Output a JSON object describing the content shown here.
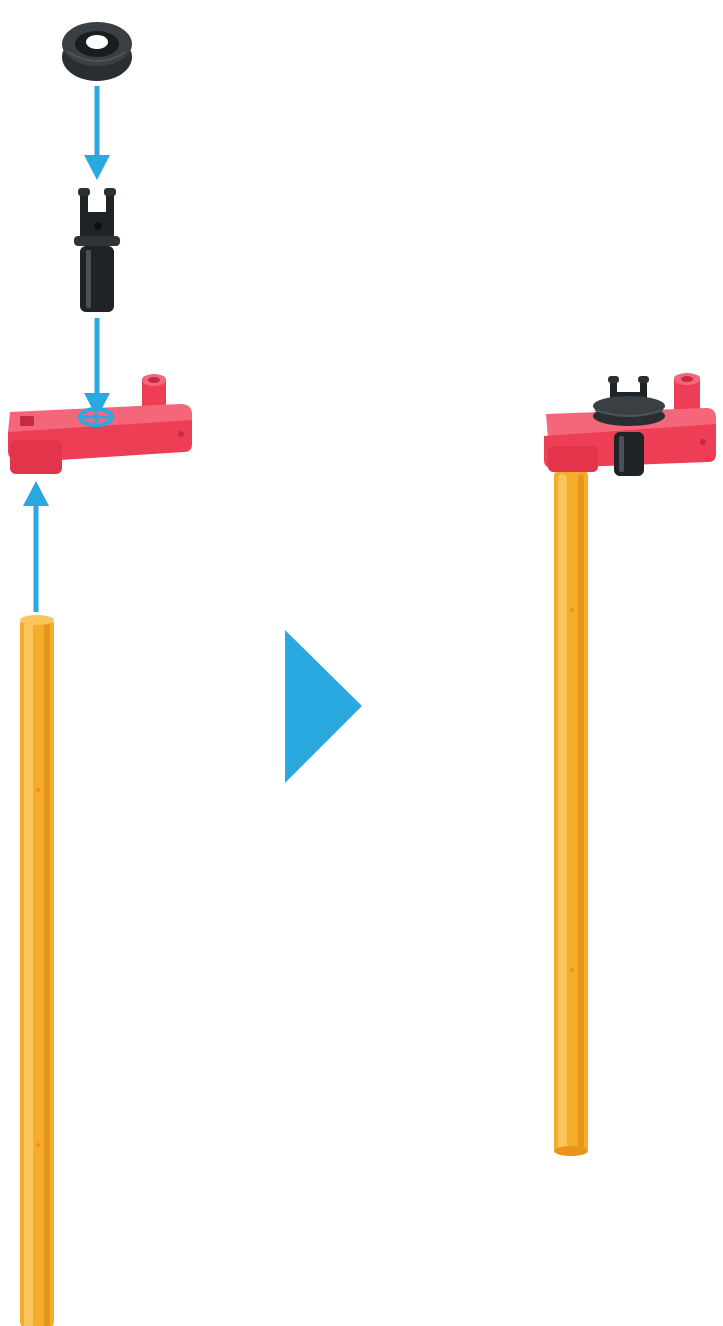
{
  "colors": {
    "background": "#ffffff",
    "arrow": "#2aa8e0",
    "rod": "#f6ac2b",
    "rod_shade": "#f9c55c",
    "rod_dark": "#e8951c",
    "crank": "#ee3e55",
    "crank_dark": "#c42a40",
    "crank_light": "#f4677b",
    "pin": "#1f2326",
    "pin_light": "#4a5056",
    "grommet": "#2a2e31",
    "grommet_light": "#4d5358"
  },
  "icons": {
    "step_arrow": "triangle-right-icon",
    "assembly_arrow": "arrow-down-icon"
  },
  "diagram": {
    "exploded_parts": [
      "rubber-grommet",
      "black-pin",
      "red-crank",
      "yellow-rod"
    ],
    "assembled_parts": [
      "yellow-rod",
      "red-crank",
      "black-pin",
      "rubber-grommet"
    ]
  }
}
